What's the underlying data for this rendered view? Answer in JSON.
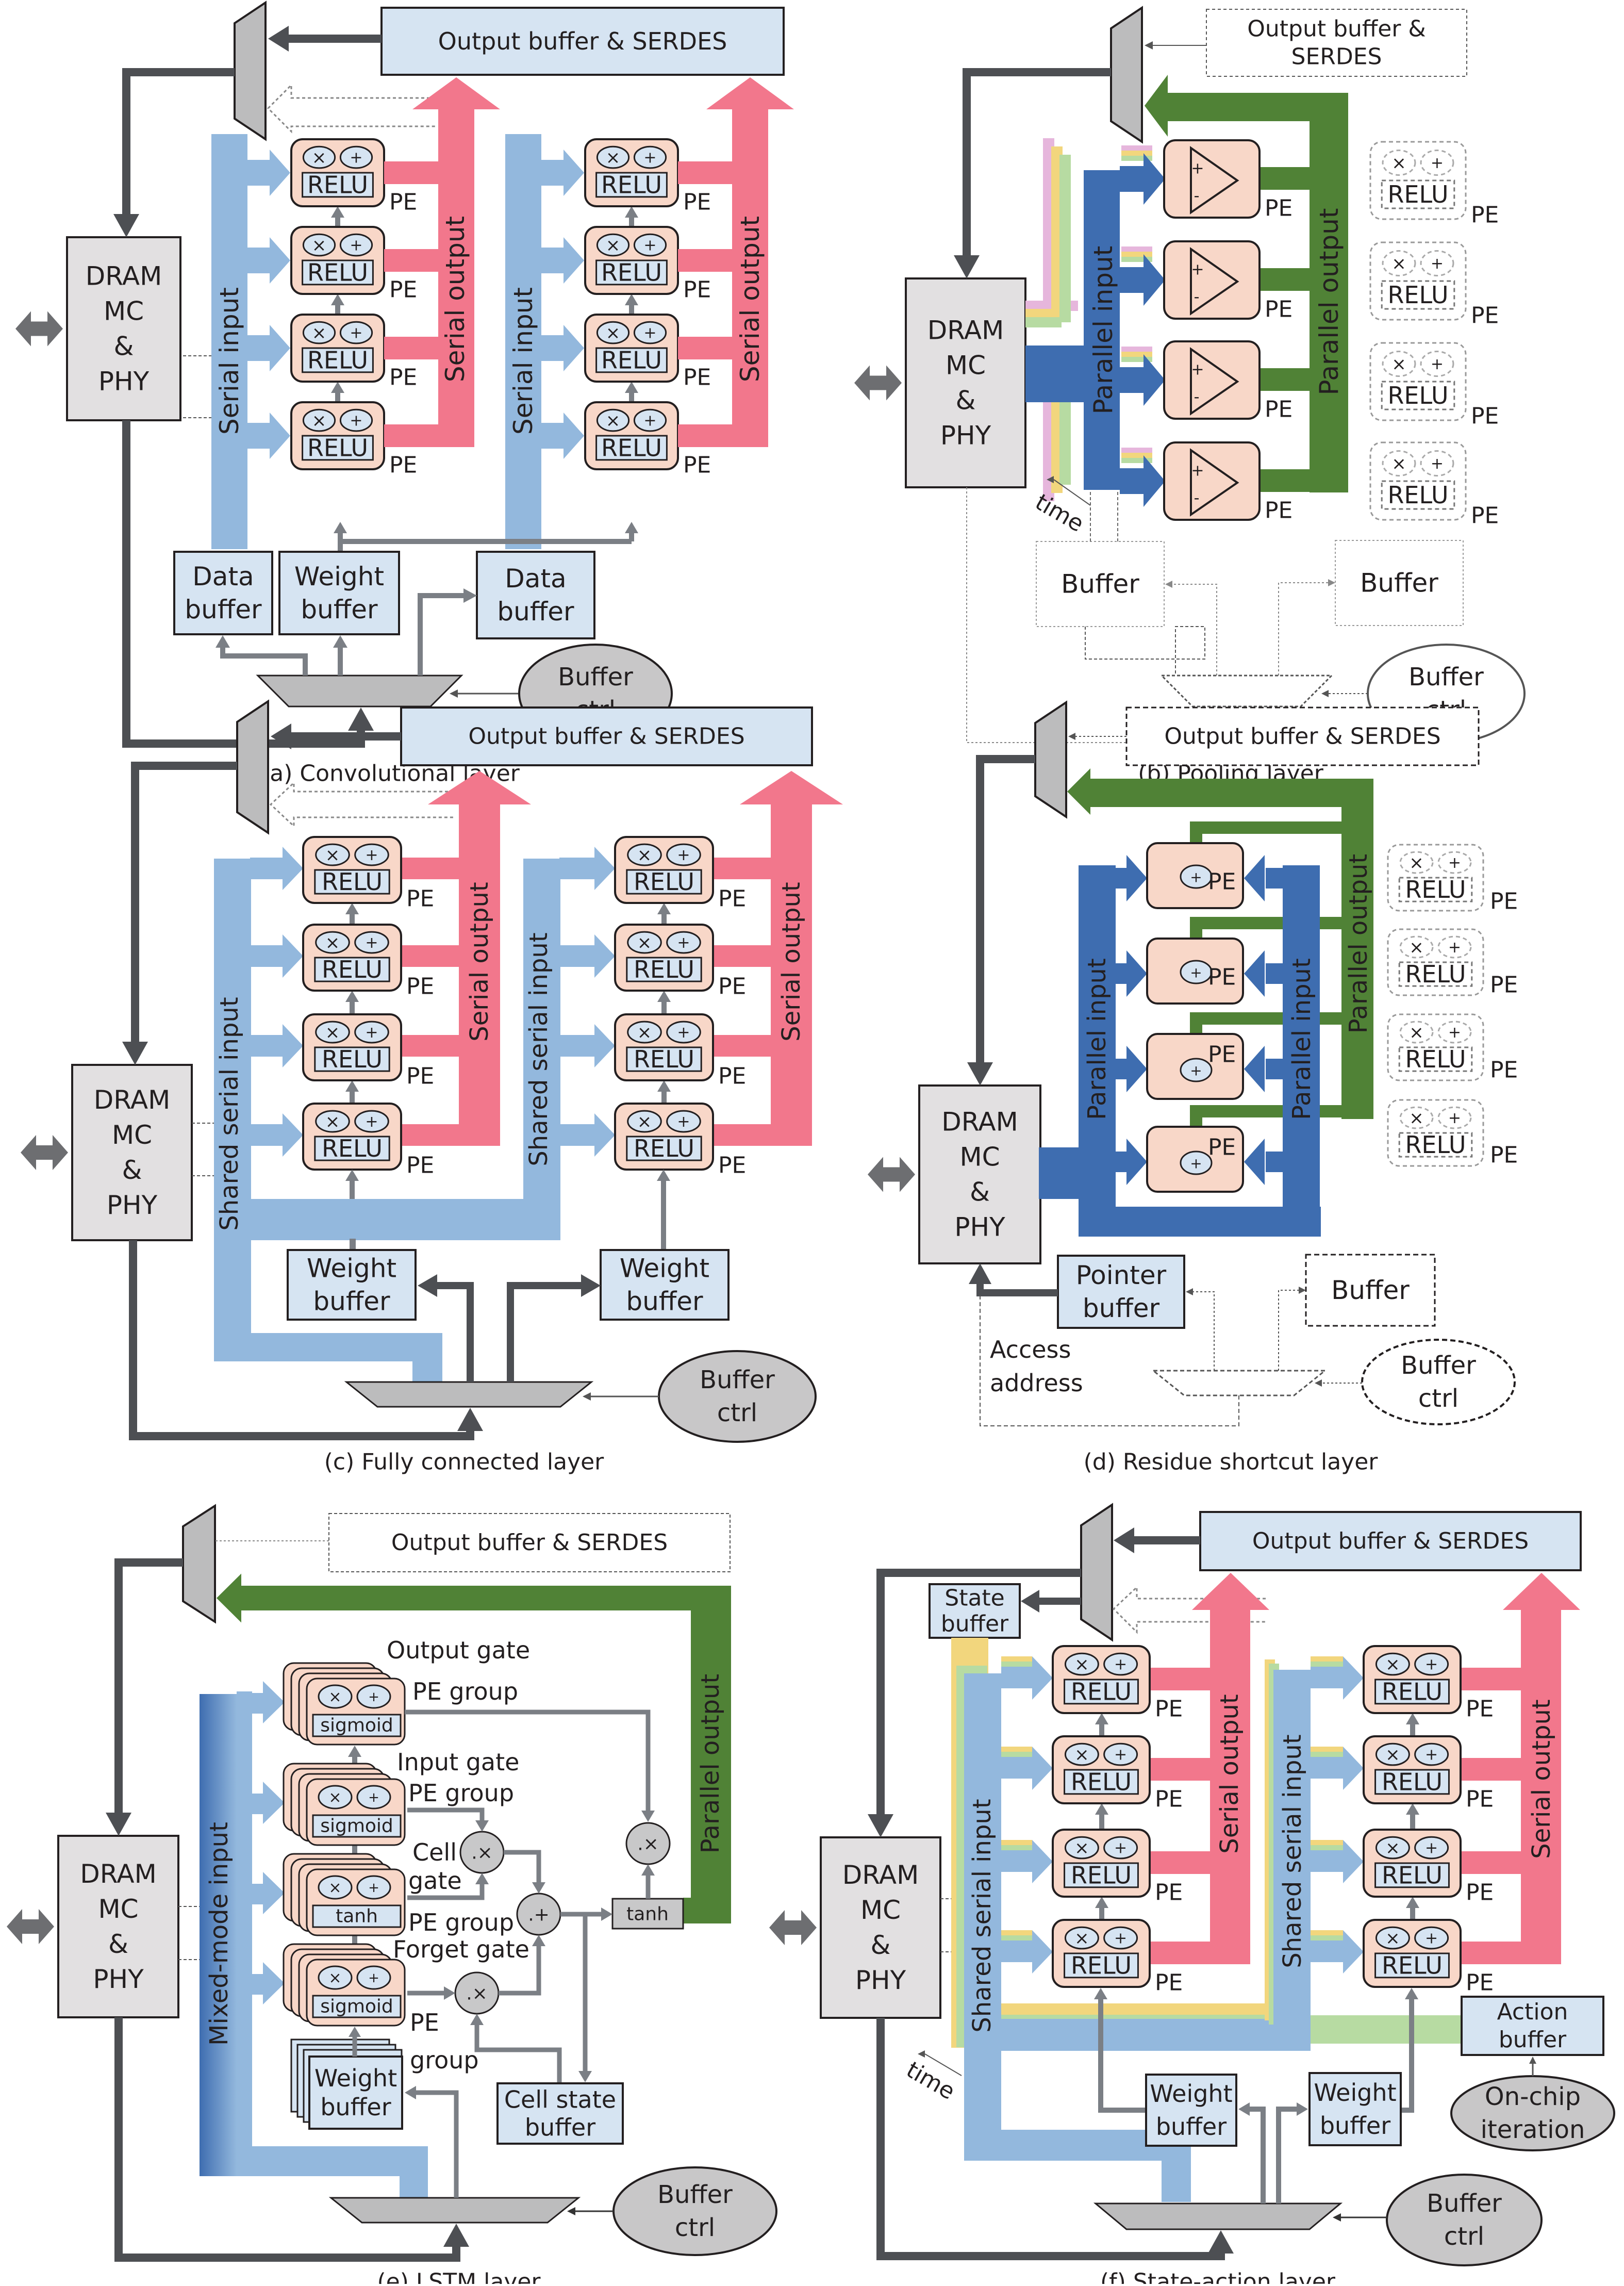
{
  "figure": {
    "colors": {
      "dram_fill": "#e2e0e1",
      "buffer_fill": "#d6e4f2",
      "pe_fill": "#f8d7c8",
      "mux_fill": "#bcbcbd",
      "dark_arrow": "#4d4f53",
      "grey_arrow": "#7b7f85",
      "serial_in": "#93b8dd",
      "serial_out": "#f2778c",
      "parallel_in": "#3e6db0",
      "parallel_out": "#508236",
      "ctrl_fill": "#c8c7c8",
      "time_yellow": "#f2d67d",
      "time_green": "#b7dba2",
      "time_pink": "#e6b6dc",
      "text": "#231f20"
    },
    "common": {
      "dram_lines": [
        "DRAM",
        "MC",
        "&",
        "PHY"
      ],
      "pe_label": "PE",
      "relu_label": "RELU",
      "mult_symbol": "×",
      "add_symbol": "+",
      "buffer_ctrl_lines": [
        "Buffer",
        "ctrl"
      ]
    },
    "panels": [
      {
        "id": "a",
        "caption": "(a) Convolutional layer",
        "output_buffer_lines": [
          "Output buffer & SERDES"
        ],
        "input_label": "Serial input",
        "output_label": "Serial output",
        "buffers": [
          {
            "lines": [
              "Data",
              "buffer"
            ]
          },
          {
            "lines": [
              "Weight",
              "buffer"
            ]
          },
          {
            "lines": [
              "Data",
              "buffer"
            ]
          }
        ]
      },
      {
        "id": "b",
        "caption": "(b) Pooling layer",
        "output_buffer_lines": [
          "Output buffer &",
          "SERDES"
        ],
        "input_label": "Parallel input",
        "output_label": "Parallel output",
        "time_label": "time",
        "comparator_plus": "+",
        "comparator_minus": "-",
        "buffers": [
          {
            "lines": [
              "Buffer"
            ]
          },
          {
            "lines": [
              "Buffer"
            ]
          }
        ]
      },
      {
        "id": "c",
        "caption": "(c) Fully connected layer",
        "output_buffer_lines": [
          "Output buffer & SERDES"
        ],
        "input_label": "Shared serial input",
        "output_label": "Serial output",
        "buffers": [
          {
            "lines": [
              "Weight",
              "buffer"
            ]
          },
          {
            "lines": [
              "Weight",
              "buffer"
            ]
          }
        ]
      },
      {
        "id": "d",
        "caption": "(d) Residue shortcut layer",
        "output_buffer_lines": [
          "Output buffer & SERDES"
        ],
        "input_label": "Parallel input",
        "output_label": "Parallel output",
        "access_label": [
          "Access",
          "address"
        ],
        "buffers": [
          {
            "lines": [
              "Pointer",
              "buffer"
            ]
          },
          {
            "lines": [
              "Buffer"
            ]
          }
        ]
      },
      {
        "id": "e",
        "caption": "(e) LSTM layer",
        "output_buffer_lines": [
          "Output buffer & SERDES"
        ],
        "input_label": "Mixed-mode input",
        "output_label": "Parallel output",
        "groups": [
          {
            "label": [
              "Output gate",
              "PE group"
            ],
            "func": "sigmoid"
          },
          {
            "label": [
              "Input gate",
              "PE group"
            ],
            "func": "sigmoid"
          },
          {
            "label": [
              "Cell",
              "gate",
              "PE group"
            ],
            "func": "tanh"
          },
          {
            "label": [
              "Forget gate",
              "PE",
              "group"
            ],
            "func": "sigmoid"
          }
        ],
        "ops": {
          "elem_mult": ".×",
          "elem_add": ".+",
          "tanh": "tanh"
        },
        "buffers": [
          {
            "lines": [
              "Weight",
              "buffer"
            ]
          },
          {
            "lines": [
              "Cell state",
              "buffer"
            ]
          }
        ]
      },
      {
        "id": "f",
        "caption": "(f) State-action layer",
        "output_buffer_lines": [
          "Output buffer & SERDES"
        ],
        "input_label": "Shared serial input",
        "output_label": "Serial output",
        "time_label": "time",
        "state_buffer_lines": [
          "State",
          "buffer"
        ],
        "action_buffer_lines": [
          "Action",
          "buffer"
        ],
        "iteration_lines": [
          "On-chip",
          "iteration"
        ],
        "buffers": [
          {
            "lines": [
              "Weight",
              "buffer"
            ]
          },
          {
            "lines": [
              "Weight",
              "buffer"
            ]
          }
        ]
      }
    ]
  }
}
